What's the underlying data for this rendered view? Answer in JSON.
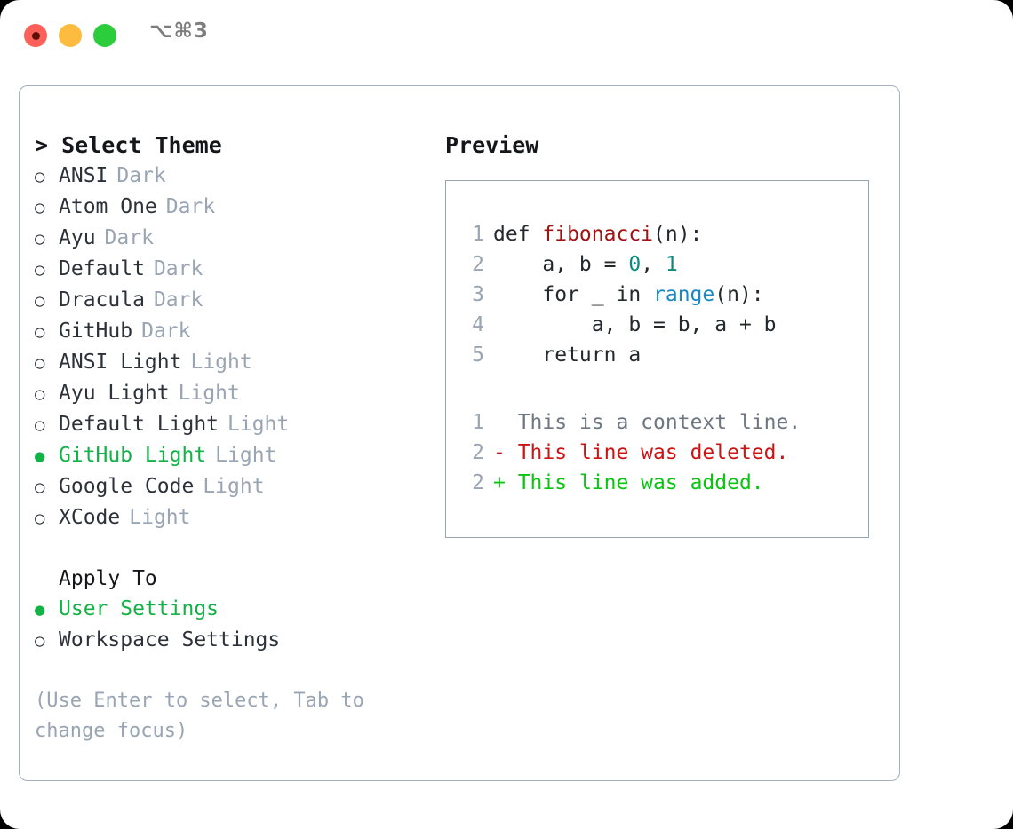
{
  "window": {
    "title_shortcut": "⌥⌘3",
    "traffic_lights": [
      {
        "name": "close",
        "color": "#fc6058"
      },
      {
        "name": "minimize",
        "color": "#fdbc40"
      },
      {
        "name": "maximize",
        "color": "#2bcd3c"
      }
    ]
  },
  "colors": {
    "accent_green": "#12b346",
    "muted": "#9aa5b4",
    "text": "#2d3139",
    "border": "#a4b0bd",
    "diff_add": "#0ac412",
    "diff_del": "#cc1414",
    "diff_ctx": "#6d7681",
    "code_fn": "#a01313",
    "code_num": "#0b8b80",
    "code_call": "#1689c4"
  },
  "left": {
    "heading_caret": ">",
    "heading": "Select Theme",
    "bullet_off": "○",
    "bullet_on": "●",
    "themes": [
      {
        "name": "ANSI",
        "variant": "Dark",
        "selected": false
      },
      {
        "name": "Atom One",
        "variant": "Dark",
        "selected": false
      },
      {
        "name": "Ayu",
        "variant": "Dark",
        "selected": false
      },
      {
        "name": "Default",
        "variant": "Dark",
        "selected": false
      },
      {
        "name": "Dracula",
        "variant": "Dark",
        "selected": false
      },
      {
        "name": "GitHub",
        "variant": "Dark",
        "selected": false
      },
      {
        "name": "ANSI Light",
        "variant": "Light",
        "selected": false
      },
      {
        "name": "Ayu Light",
        "variant": "Light",
        "selected": false
      },
      {
        "name": "Default Light",
        "variant": "Light",
        "selected": false
      },
      {
        "name": "GitHub Light",
        "variant": "Light",
        "selected": true
      },
      {
        "name": "Google Code",
        "variant": "Light",
        "selected": false
      },
      {
        "name": "XCode",
        "variant": "Light",
        "selected": false
      }
    ],
    "apply_to_heading": "Apply To",
    "apply_to": [
      {
        "name": "User Settings",
        "selected": true
      },
      {
        "name": "Workspace Settings",
        "selected": false
      }
    ],
    "hint": "(Use Enter to select, Tab to change focus)"
  },
  "right": {
    "preview_title": "Preview",
    "code_lines": [
      {
        "n": "1",
        "tokens": [
          {
            "t": "def ",
            "c": "plain"
          },
          {
            "t": "fibonacci",
            "c": "fn"
          },
          {
            "t": "(n):",
            "c": "plain"
          }
        ]
      },
      {
        "n": "2",
        "tokens": [
          {
            "t": "    a, b = ",
            "c": "plain"
          },
          {
            "t": "0",
            "c": "num"
          },
          {
            "t": ", ",
            "c": "plain"
          },
          {
            "t": "1",
            "c": "num"
          }
        ]
      },
      {
        "n": "3",
        "tokens": [
          {
            "t": "    for _ in ",
            "c": "plain"
          },
          {
            "t": "range",
            "c": "call"
          },
          {
            "t": "(n):",
            "c": "plain"
          }
        ]
      },
      {
        "n": "4",
        "tokens": [
          {
            "t": "        a, b = b, a + b",
            "c": "plain"
          }
        ]
      },
      {
        "n": "5",
        "tokens": [
          {
            "t": "    return a",
            "c": "plain"
          }
        ]
      }
    ],
    "diff_lines": [
      {
        "n": "1",
        "marker": "  ",
        "text": "This is a context line.",
        "kind": "ctx"
      },
      {
        "n": "2",
        "marker": "- ",
        "text": "This line was deleted.",
        "kind": "del"
      },
      {
        "n": "2",
        "marker": "+ ",
        "text": "This line was added.",
        "kind": "add"
      }
    ]
  }
}
